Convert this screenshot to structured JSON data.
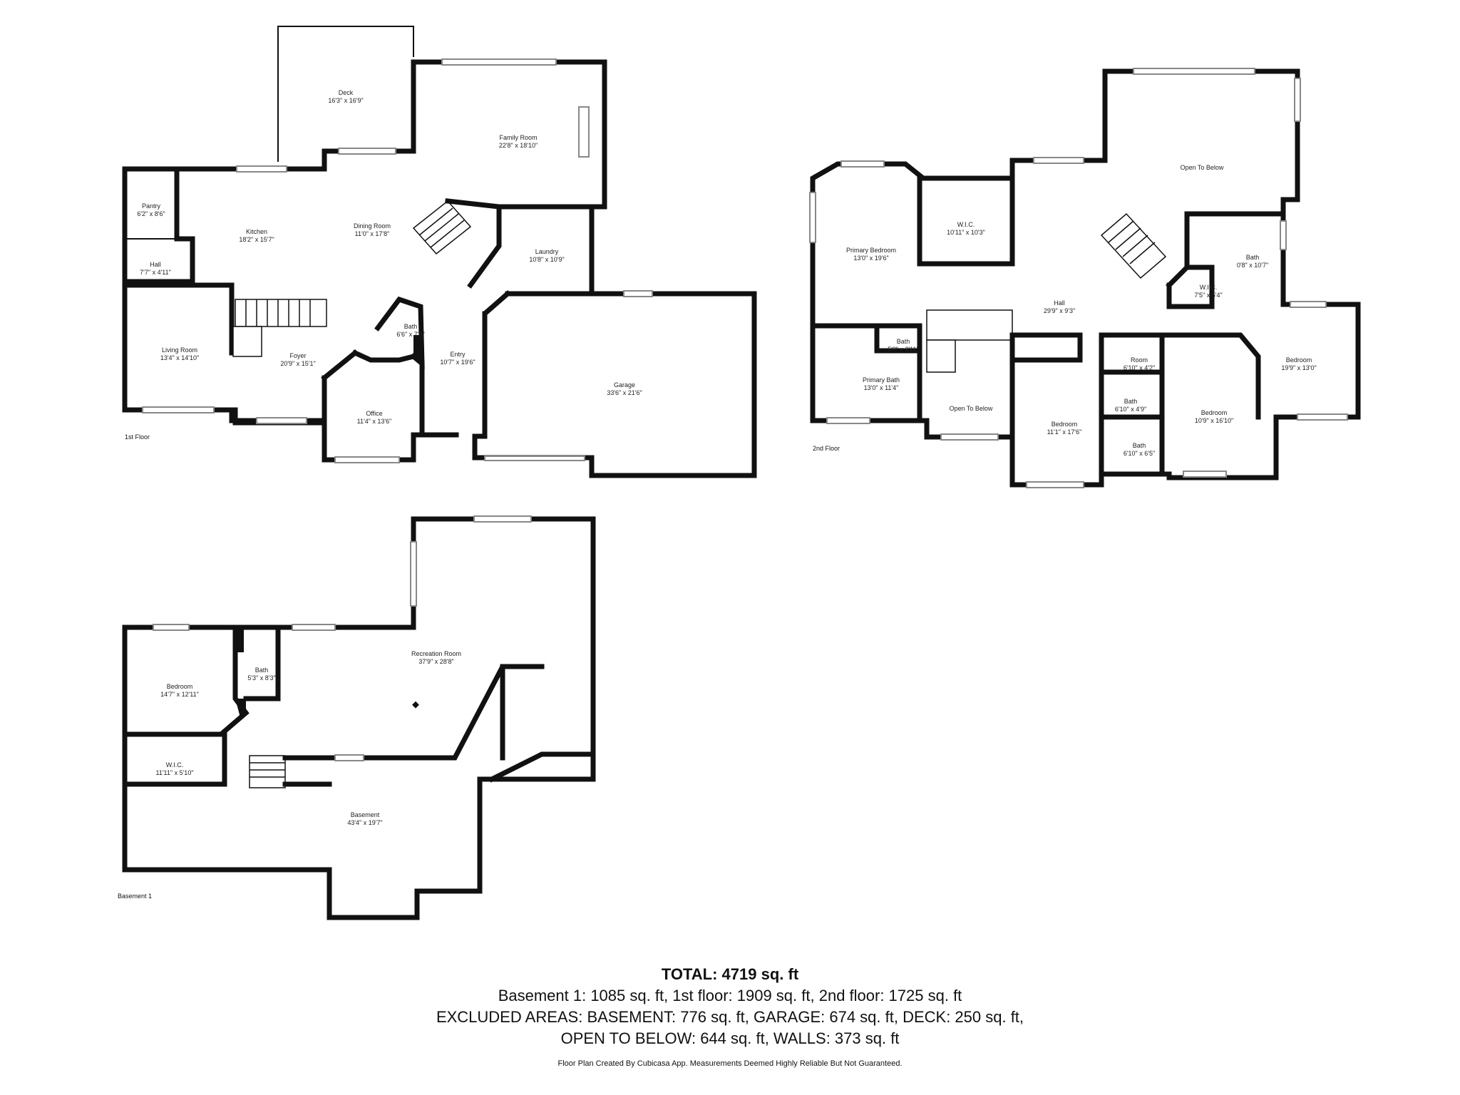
{
  "floors": {
    "first": {
      "label": "1st Floor",
      "rooms": [
        {
          "id": "deck",
          "name": "Deck",
          "dim": "16'3\" x 16'9\""
        },
        {
          "id": "family",
          "name": "Family Room",
          "dim": "22'8\" x 18'10\""
        },
        {
          "id": "pantry",
          "name": "Pantry",
          "dim": "6'2\" x 8'6\""
        },
        {
          "id": "kitchen",
          "name": "Kitchen",
          "dim": "18'2\" x 15'7\""
        },
        {
          "id": "dining",
          "name": "Dining Room",
          "dim": "11'0\" x 17'8\""
        },
        {
          "id": "laundry",
          "name": "Laundry",
          "dim": "10'8\" x 10'9\""
        },
        {
          "id": "hall1",
          "name": "Hall",
          "dim": "7'7\" x 4'11\""
        },
        {
          "id": "living",
          "name": "Living Room",
          "dim": "13'4\" x 14'10\""
        },
        {
          "id": "foyer",
          "name": "Foyer",
          "dim": "20'9\" x 15'1\""
        },
        {
          "id": "bath1",
          "name": "Bath",
          "dim": "6'6\" x 7'0\""
        },
        {
          "id": "entry",
          "name": "Entry",
          "dim": "10'7\" x 19'6\""
        },
        {
          "id": "garage",
          "name": "Garage",
          "dim": "33'6\" x 21'6\""
        },
        {
          "id": "office",
          "name": "Office",
          "dim": "11'4\" x 13'6\""
        }
      ]
    },
    "second": {
      "label": "2nd Floor",
      "rooms": [
        {
          "id": "otb1",
          "name": "Open To Below",
          "dim": ""
        },
        {
          "id": "primary",
          "name": "Primary Bedroom",
          "dim": "13'0\" x 19'6\""
        },
        {
          "id": "wic1",
          "name": "W.I.C.",
          "dim": "10'11\" x 10'3\""
        },
        {
          "id": "bath2a",
          "name": "Bath",
          "dim": "0'8\" x 10'7\""
        },
        {
          "id": "wic2",
          "name": "W.I.C.",
          "dim": "7'5\" x 5'4\""
        },
        {
          "id": "hall2",
          "name": "Hall",
          "dim": "29'9\" x 9'3\""
        },
        {
          "id": "bath2b",
          "name": "Bath",
          "dim": "5'3\" x 2'11\""
        },
        {
          "id": "pbath",
          "name": "Primary Bath",
          "dim": "13'0\" x 11'4\""
        },
        {
          "id": "otb2",
          "name": "Open To Below",
          "dim": ""
        },
        {
          "id": "room",
          "name": "Room",
          "dim": "6'10\" x 4'2\""
        },
        {
          "id": "bath2c",
          "name": "Bath",
          "dim": "6'10\" x 4'9\""
        },
        {
          "id": "bath2d",
          "name": "Bath",
          "dim": "6'10\" x 6'5\""
        },
        {
          "id": "bed2a",
          "name": "Bedroom",
          "dim": "11'1\" x 17'6\""
        },
        {
          "id": "bed2b",
          "name": "Bedroom",
          "dim": "10'9\" x 16'10\""
        },
        {
          "id": "bed2c",
          "name": "Bedroom",
          "dim": "19'9\" x 13'0\""
        }
      ]
    },
    "basement": {
      "label": "Basement 1",
      "rooms": [
        {
          "id": "bbed",
          "name": "Bedroom",
          "dim": "14'7\" x 12'11\""
        },
        {
          "id": "bbath",
          "name": "Bath",
          "dim": "5'3\" x 8'3\""
        },
        {
          "id": "rec",
          "name": "Recreation Room",
          "dim": "37'9\" x 28'8\""
        },
        {
          "id": "bwic",
          "name": "W.I.C.",
          "dim": "11'11\" x 5'10\""
        },
        {
          "id": "bsmt",
          "name": "Basement",
          "dim": "43'4\" x 19'7\""
        }
      ]
    }
  },
  "summary": {
    "total": "TOTAL: 4719 sq. ft",
    "line1": "Basement 1: 1085 sq. ft, 1st floor: 1909 sq. ft, 2nd floor: 1725 sq. ft",
    "line2": "EXCLUDED AREAS: BASEMENT: 776 sq. ft, GARAGE: 674 sq. ft, DECK: 250 sq. ft,",
    "line3": "OPEN TO BELOW: 644 sq. ft, WALLS: 373 sq. ft",
    "disclaimer": "Floor Plan Created By Cubicasa App. Measurements Deemed Highly Reliable But Not Guaranteed."
  }
}
